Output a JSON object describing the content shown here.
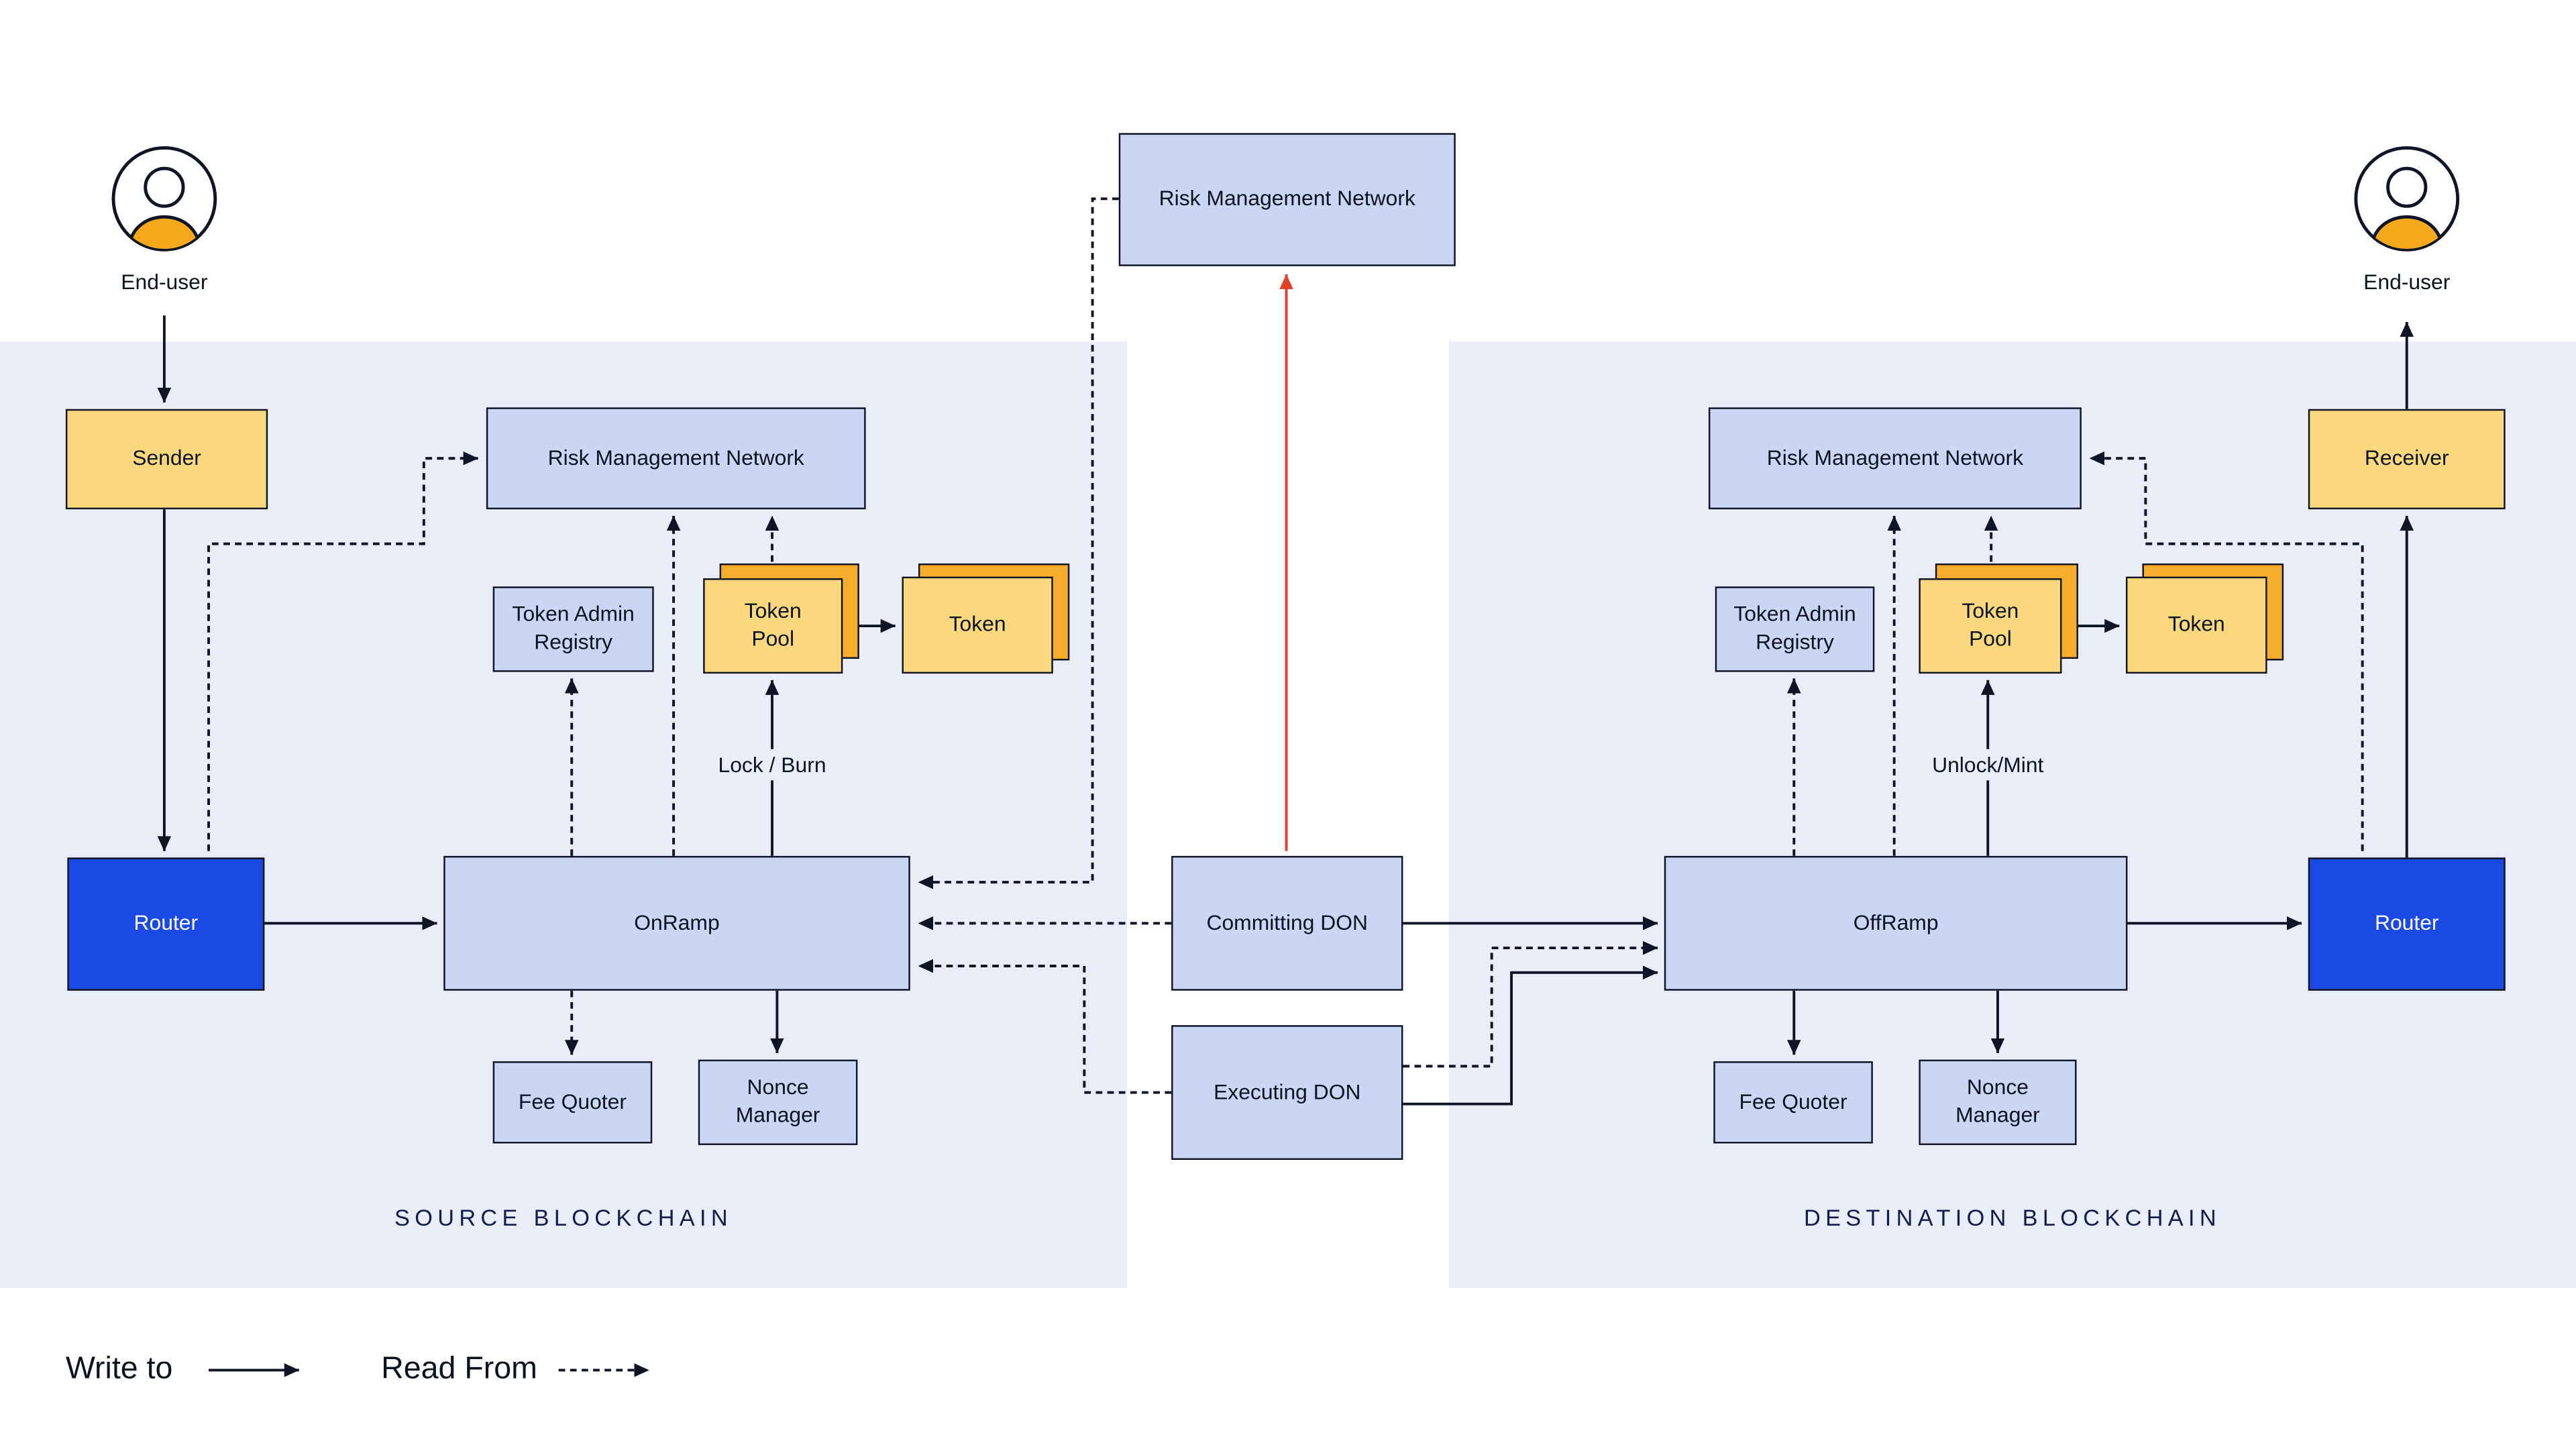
{
  "rmn_top": {
    "label": "Risk Management Network"
  },
  "dons": {
    "committing_label": "Committing DON",
    "executing_label": "Executing DON"
  },
  "source": {
    "section_label": "SOURCE BLOCKCHAIN",
    "end_user_label": "End-user",
    "sender_label": "Sender",
    "rmn_label": "Risk Management Network",
    "token_admin_registry_label": "Token Admin Registry",
    "token_pool_label": "Token Pool",
    "token_label": "Token",
    "lock_burn_label": "Lock / Burn",
    "router_label": "Router",
    "onramp_label": "OnRamp",
    "fee_quoter_label": "Fee Quoter",
    "nonce_manager_label": "Nonce Manager"
  },
  "destination": {
    "section_label": "DESTINATION BLOCKCHAIN",
    "end_user_label": "End-user",
    "receiver_label": "Receiver",
    "rmn_label": "Risk Management Network",
    "token_admin_registry_label": "Token Admin Registry",
    "token_pool_label": "Token Pool",
    "token_label": "Token",
    "unlock_mint_label": "Unlock/Mint",
    "router_label": "Router",
    "offramp_label": "OffRamp",
    "fee_quoter_label": "Fee Quoter",
    "nonce_manager_label": "Nonce Manager"
  },
  "legend": {
    "write_to_label": "Write to",
    "read_from_label": "Read From"
  },
  "colors": {
    "panel_bg": "#E9EDF8",
    "node_fill": "#CBD6F4",
    "node_border": "#0F1526",
    "router_blue": "#1B49E4",
    "token_yellow": "#FBD87D",
    "token_orange": "#F6AD2B",
    "alert_red": "#E2402F"
  }
}
